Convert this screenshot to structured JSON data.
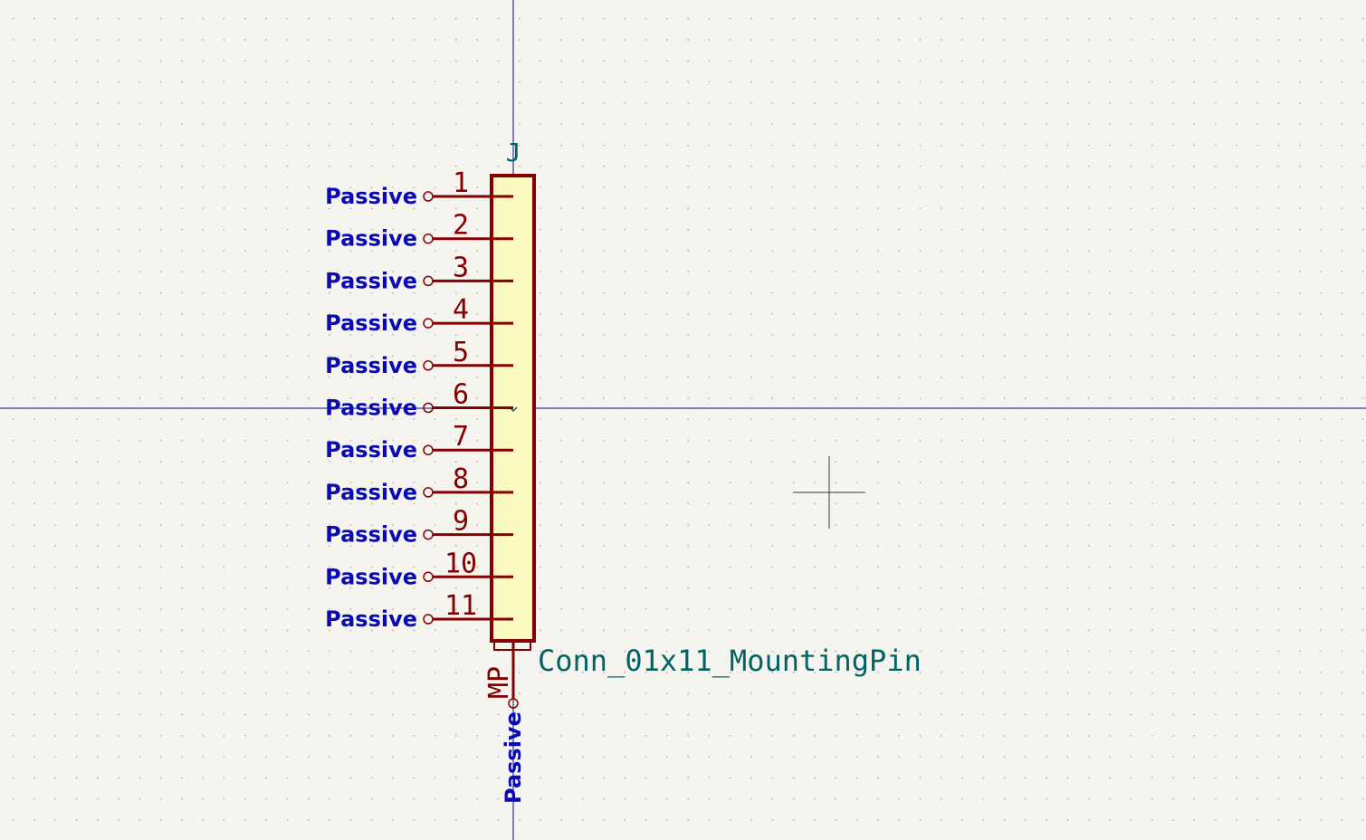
{
  "editor": {
    "title": "Symbol Editor",
    "colors": {
      "background": "#f5f4ef",
      "body_fill": "#fdfac1",
      "body_stroke": "#840000",
      "pin": "#840000",
      "pin_type": "#0a0ab4",
      "field_text": "#006464",
      "axis": "#0a0a8c",
      "cursor": "#3a3a3a"
    }
  },
  "symbol": {
    "reference": "J",
    "value": "Conn_01x11_MountingPin",
    "pins": [
      {
        "number": "1",
        "type": "Passive"
      },
      {
        "number": "2",
        "type": "Passive"
      },
      {
        "number": "3",
        "type": "Passive"
      },
      {
        "number": "4",
        "type": "Passive"
      },
      {
        "number": "5",
        "type": "Passive"
      },
      {
        "number": "6",
        "type": "Passive"
      },
      {
        "number": "7",
        "type": "Passive"
      },
      {
        "number": "8",
        "type": "Passive"
      },
      {
        "number": "9",
        "type": "Passive"
      },
      {
        "number": "10",
        "type": "Passive"
      },
      {
        "number": "11",
        "type": "Passive"
      }
    ],
    "mounting_pin": {
      "name": "MP",
      "type": "Passive"
    }
  }
}
